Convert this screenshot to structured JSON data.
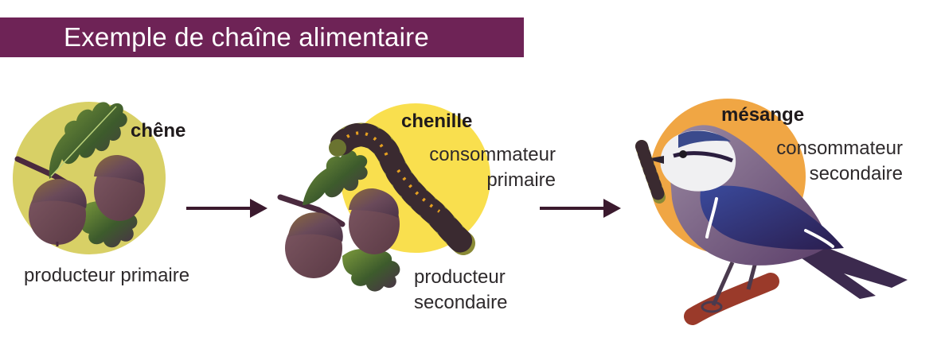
{
  "title": "Exemple de chaîne alimentaire",
  "colors": {
    "banner": "#6e2356",
    "disc_oak": "#d8d066",
    "disc_caterpillar": "#f9df4e",
    "disc_bird": "#f0a644",
    "arrow": "#3b1a2e"
  },
  "organisms": [
    {
      "name": "chêne",
      "role": "producteur primaire"
    },
    {
      "name": "chenille",
      "role_line1": "consommateur",
      "role_line2": "primaire",
      "role2_line1": "producteur",
      "role2_line2": "secondaire"
    },
    {
      "name": "mésange",
      "role_line1": "consommateur",
      "role_line2": "secondaire"
    }
  ],
  "icons": [
    "oak-acorn-illustration",
    "caterpillar-illustration",
    "tit-bird-illustration",
    "arrow-right-icon"
  ]
}
